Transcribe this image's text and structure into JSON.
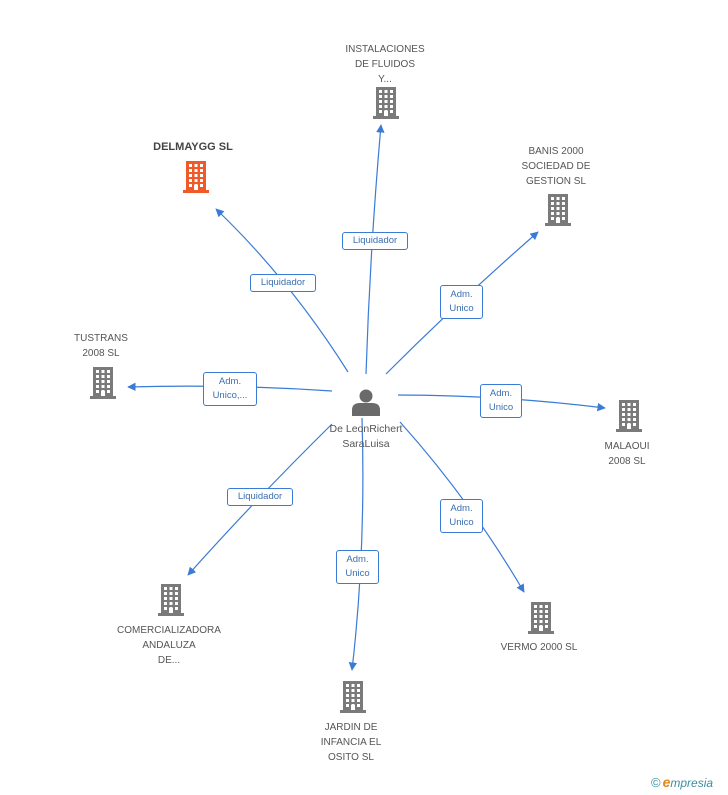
{
  "center": {
    "name_lines": [
      "De Leon",
      "Richert Sara",
      "Luisa"
    ],
    "icon": "person-icon"
  },
  "colors": {
    "edge": "#3a7bd5",
    "building": "#7a7a7a",
    "building_highlight": "#f05a28"
  },
  "companies": [
    {
      "id": "instalaciones",
      "lines": [
        "INSTALACIONES",
        "DE FLUIDOS",
        "Y..."
      ],
      "icon": "building-icon",
      "highlight": false,
      "role_lines": [
        "Liquidador"
      ]
    },
    {
      "id": "delmaygg",
      "lines": [
        "DELMAYGG SL"
      ],
      "icon": "building-icon",
      "highlight": true,
      "role_lines": [
        "Liquidador"
      ]
    },
    {
      "id": "banis",
      "lines": [
        "BANIS 2000",
        "SOCIEDAD DE",
        "GESTION SL"
      ],
      "icon": "building-icon",
      "highlight": false,
      "role_lines": [
        "Adm.",
        "Unico"
      ]
    },
    {
      "id": "tustrans",
      "lines": [
        "TUSTRANS",
        "2008 SL"
      ],
      "icon": "building-icon",
      "highlight": false,
      "role_lines": [
        "Adm.",
        "Unico,..."
      ]
    },
    {
      "id": "malaoui",
      "lines": [
        "MALAOUI",
        "2008 SL"
      ],
      "icon": "building-icon",
      "highlight": false,
      "role_lines": [
        "Adm.",
        "Unico"
      ]
    },
    {
      "id": "comercializadora",
      "lines": [
        "COMERCIALIZADORA",
        "ANDALUZA",
        "DE..."
      ],
      "icon": "building-icon",
      "highlight": false,
      "role_lines": [
        "Liquidador"
      ]
    },
    {
      "id": "vermo",
      "lines": [
        "VERMO 2000 SL"
      ],
      "icon": "building-icon",
      "highlight": false,
      "role_lines": [
        "Adm.",
        "Unico"
      ]
    },
    {
      "id": "jardin",
      "lines": [
        "JARDIN DE",
        "INFANCIA EL",
        "OSITO SL"
      ],
      "icon": "building-icon",
      "highlight": false,
      "role_lines": [
        "Adm.",
        "Unico"
      ]
    }
  ],
  "footer": {
    "copyright": "©",
    "brand_initial": "e",
    "brand_rest": "mpresia"
  }
}
